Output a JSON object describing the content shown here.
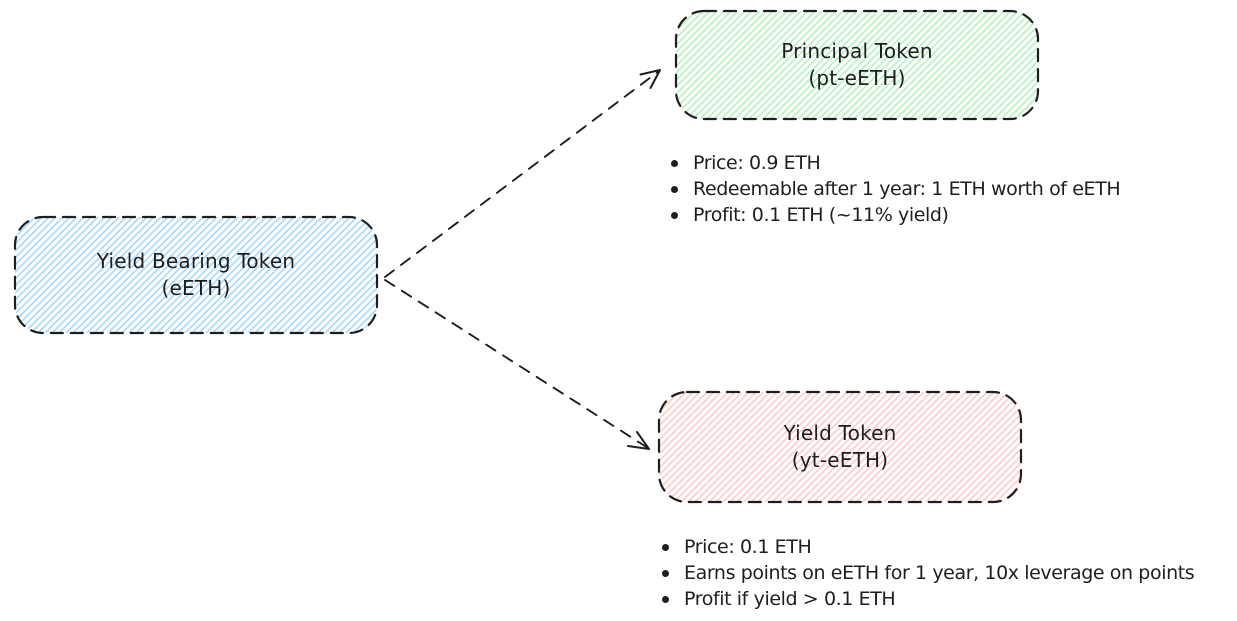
{
  "diagram": {
    "background": "#ffffff",
    "stroke_color": "#1e1e1e",
    "nodes": {
      "source": {
        "title": "Yield Bearing Token",
        "subtitle": "(eETH)",
        "hatch_color": "#a5d8ff"
      },
      "principal": {
        "title": "Principal Token",
        "subtitle": "(pt-eETH)",
        "hatch_color": "#b2f2bb"
      },
      "yield": {
        "title": "Yield Token",
        "subtitle": "(yt-eETH)",
        "hatch_color": "#ffc9c9"
      }
    },
    "principal_notes": [
      "Price: 0.9 ETH",
      "Redeemable after 1 year: 1 ETH worth of eETH",
      "Profit: 0.1 ETH (~11% yield)"
    ],
    "yield_notes": [
      "Price: 0.1 ETH",
      "Earns points on eETH for 1 year, 10x leverage on points",
      "Profit if yield > 0.1 ETH"
    ]
  }
}
